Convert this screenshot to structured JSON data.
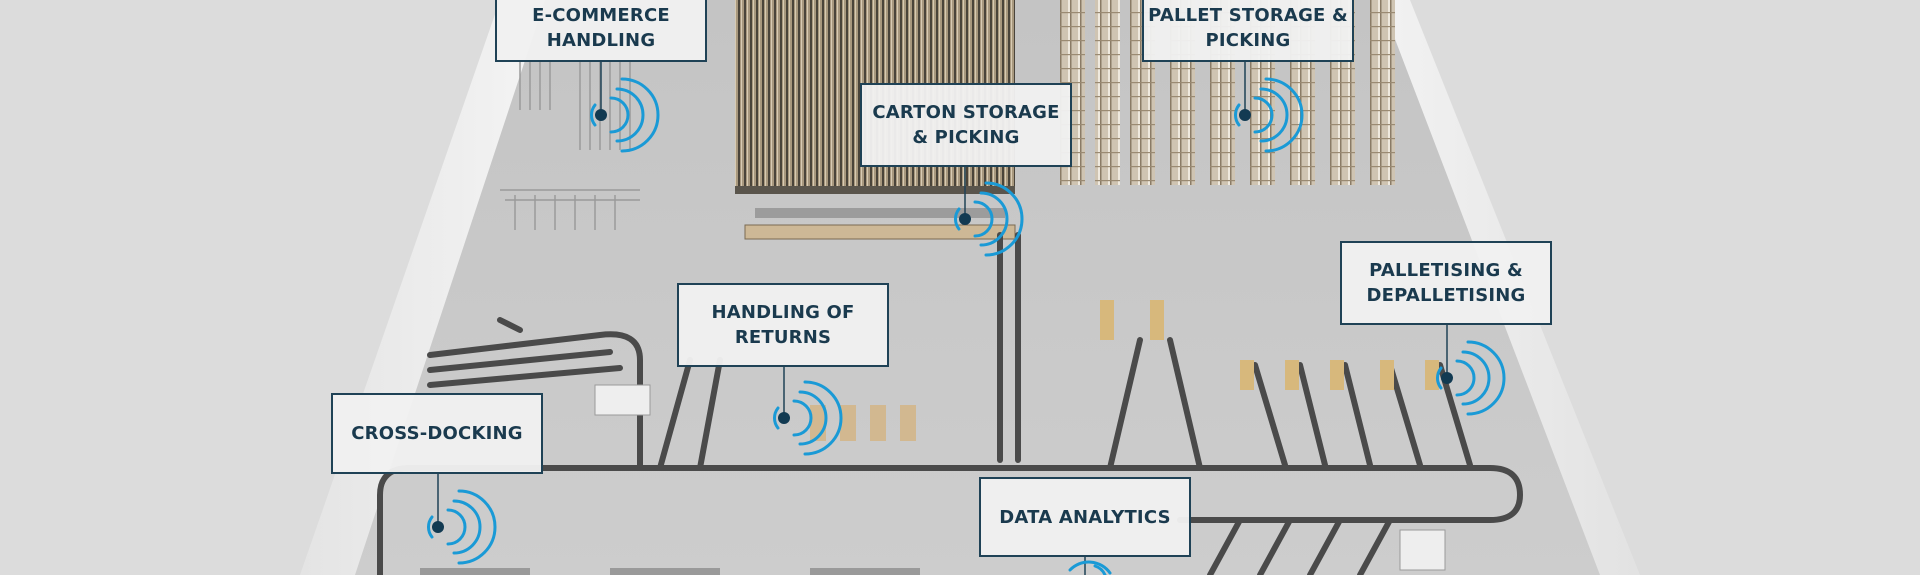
{
  "hotspots": [
    {
      "id": "e-commerce-handling",
      "lines": [
        "E-COMMERCE",
        "HANDLING"
      ]
    },
    {
      "id": "pallet-storage-picking",
      "lines": [
        "PALLET STORAGE &",
        "PICKING"
      ]
    },
    {
      "id": "carton-storage-picking",
      "lines": [
        "CARTON STORAGE",
        "& PICKING"
      ]
    },
    {
      "id": "palletising-depalletising",
      "lines": [
        "PALLETISING &",
        "DEPALLETISING"
      ]
    },
    {
      "id": "handling-of-returns",
      "lines": [
        "HANDLING OF",
        "RETURNS"
      ]
    },
    {
      "id": "cross-docking",
      "lines": [
        "CROSS-DOCKING"
      ]
    },
    {
      "id": "data-analytics",
      "lines": [
        "DATA ANALYTICS"
      ]
    }
  ],
  "colors": {
    "label_border": "#1f4256",
    "label_text": "#1a3a4e",
    "ring": "#1a9ad6",
    "dot": "#123a52",
    "floor": "#c9c9c9",
    "background": "#dcdcdc",
    "conveyor": "#4a4a4a",
    "rack": "#b09a7a"
  }
}
